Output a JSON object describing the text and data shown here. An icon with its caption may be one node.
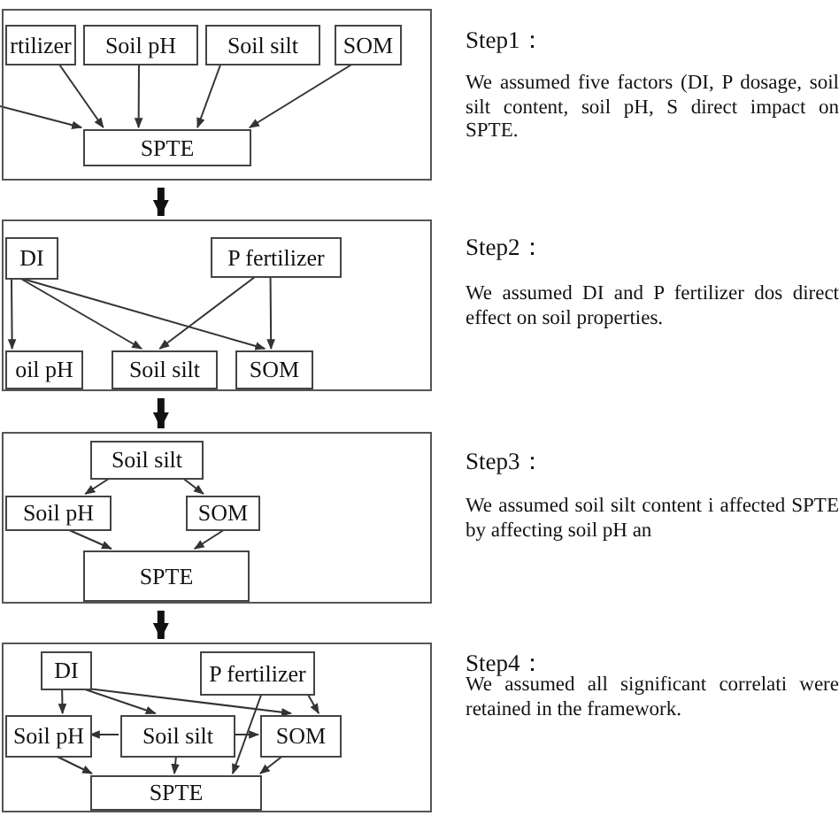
{
  "diagram": {
    "nodes": [
      {
        "text": [],
        "shape": "box"
      },
      {
        "text": [
          "rtilizer"
        ],
        "in": 0
      },
      {
        "text": [
          "Soil pH"
        ],
        "in": 0
      },
      {
        "text": [
          "Soil silt"
        ],
        "in": 0
      },
      {
        "text": [
          "SOM"
        ],
        "in": 0
      },
      {
        "text": [
          "SPTE"
        ],
        "in": 0
      },
      {
        "text": [],
        "shape": "box"
      },
      {
        "text": [
          "DI"
        ],
        "in": 6
      },
      {
        "text": [
          "P fertilizer"
        ],
        "in": 6
      },
      {
        "text": [
          "oil pH"
        ],
        "in": 6
      },
      {
        "text": [
          "Soil silt"
        ],
        "in": 6
      },
      {
        "text": [
          "SOM"
        ],
        "in": 6
      },
      {
        "text": [],
        "shape": "box"
      },
      {
        "text": [
          "Soil silt"
        ],
        "in": 12
      },
      {
        "text": [
          "Soil pH"
        ],
        "in": 12
      },
      {
        "text": [
          "SOM"
        ],
        "in": 12
      },
      {
        "text": [
          "SPTE"
        ],
        "in": 12
      },
      {
        "text": [],
        "shape": "box"
      },
      {
        "text": [
          "DI"
        ],
        "in": 17
      },
      {
        "text": [
          "P fertilizer"
        ],
        "in": 17
      },
      {
        "text": [
          "Soil pH"
        ],
        "in": 17
      },
      {
        "text": [
          "Soil silt"
        ],
        "in": 17
      },
      {
        "text": [
          "SOM"
        ],
        "in": 17
      },
      {
        "text": [
          "SPTE"
        ],
        "in": 17
      }
    ],
    "edges": [
      {
        "from": null,
        "to": 5,
        "arrow": "to"
      },
      {
        "from": 1,
        "to": 5,
        "arrow": "to"
      },
      {
        "from": 2,
        "to": 5,
        "arrow": "to"
      },
      {
        "from": 3,
        "to": 5,
        "arrow": "to"
      },
      {
        "from": 4,
        "to": 5,
        "arrow": "to"
      },
      {
        "from": 0,
        "to": 6,
        "arrow": "to",
        "style": "thick"
      },
      {
        "from": 7,
        "to": 9,
        "arrow": "to"
      },
      {
        "from": 7,
        "to": 10,
        "arrow": "to"
      },
      {
        "from": 7,
        "to": 11,
        "arrow": "to"
      },
      {
        "from": 8,
        "to": 10,
        "arrow": "to"
      },
      {
        "from": 8,
        "to": 11,
        "arrow": "to"
      },
      {
        "from": 6,
        "to": 12,
        "arrow": "to",
        "style": "thick"
      },
      {
        "from": 13,
        "to": 14,
        "arrow": "to"
      },
      {
        "from": 13,
        "to": 15,
        "arrow": "to"
      },
      {
        "from": 14,
        "to": 16,
        "arrow": "to"
      },
      {
        "from": 15,
        "to": 16,
        "arrow": "to"
      },
      {
        "from": 12,
        "to": 17,
        "arrow": "to",
        "style": "thick"
      },
      {
        "from": 18,
        "to": 20,
        "arrow": "to"
      },
      {
        "from": 18,
        "to": 21,
        "arrow": "to"
      },
      {
        "from": 18,
        "to": 22,
        "arrow": "to"
      },
      {
        "from": 19,
        "to": 22,
        "arrow": "to"
      },
      {
        "from": 19,
        "to": 23,
        "arrow": "to"
      },
      {
        "from": 21,
        "to": 20,
        "arrow": "to"
      },
      {
        "from": 21,
        "to": 22,
        "arrow": "to"
      },
      {
        "from": 21,
        "to": 23,
        "arrow": "to"
      },
      {
        "from": 20,
        "to": 23,
        "arrow": "to"
      },
      {
        "from": 22,
        "to": 23,
        "arrow": "to"
      }
    ],
    "labels": [
      "Step1：",
      "We assumed five factors (DI, P dosage, soil silt content, soil pH, S direct impact on SPTE.",
      "Step2：",
      "We assumed DI and P fertilizer dos direct effect on soil properties.",
      "Step3：",
      "We assumed soil silt content i affected SPTE by affecting soil pH an",
      "Step4：",
      "We assumed all significant correlati were retained in the framework."
    ]
  }
}
